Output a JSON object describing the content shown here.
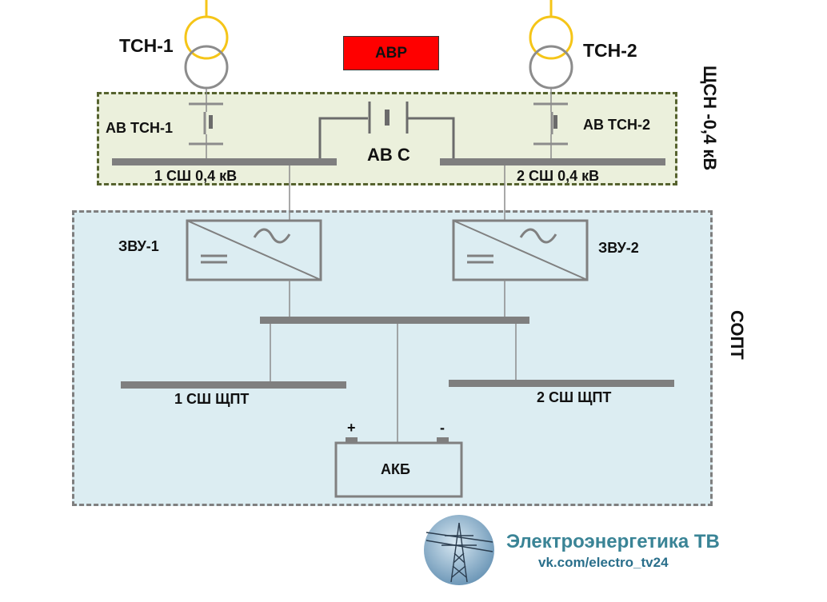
{
  "labels": {
    "tsn1": "ТСН-1",
    "tsn2": "ТСН-2",
    "avr": "АВР",
    "av_tsn1": "АВ ТСН-1",
    "av_tsn2": "АВ ТСН-2",
    "av_s": "АВ С",
    "bus1_04": "1 СШ 0,4 кВ",
    "bus2_04": "2 СШ 0,4 кВ",
    "zone_shn": "ЩСН -0,4 кВ",
    "zvu1": "ЗВУ-1",
    "zvu2": "ЗВУ-2",
    "zone_sopt": "СОПТ",
    "bus1_shpt": "1 СШ ЩПТ",
    "bus2_shpt": "2 СШ ЩПТ",
    "akb": "АКБ",
    "plus": "+",
    "minus": "-"
  },
  "logo": {
    "title": "Электроэнергетика ТВ",
    "url": "vk.com/electro_tv24",
    "icon": "power-tower-icon"
  },
  "colors": {
    "transformer_primary": "#f5c518",
    "transformer_secondary": "#8c8c8c",
    "avr_fill": "#ff0000",
    "zone_shn_fill": "#ebf0dc",
    "zone_shn_border": "#56632f",
    "zone_sopt_fill": "#dcedf2",
    "zone_sopt_border": "#7f7f7f",
    "bus": "#7f7f7f",
    "brand": "#3a8496"
  }
}
